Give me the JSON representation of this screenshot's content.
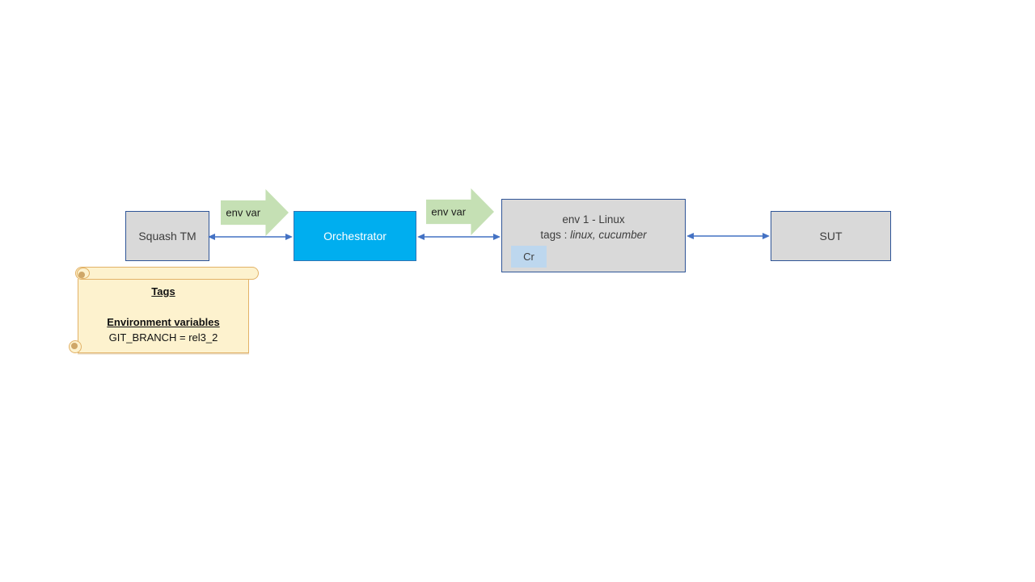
{
  "diagram": {
    "nodes": {
      "squash_tm": {
        "label": "Squash TM"
      },
      "orchestrator": {
        "label": "Orchestrator"
      },
      "env_1": {
        "title": "env 1 - Linux",
        "tags_prefix": "tags : ",
        "tags_value": "linux, cucumber",
        "cr_label": "Cr"
      },
      "sut": {
        "label": "SUT"
      }
    },
    "flows": {
      "env_var_1": {
        "label": "env var"
      },
      "env_var_2": {
        "label": "env var"
      }
    },
    "note": {
      "title": "Tags",
      "subtitle": "Environment variables",
      "value": "GIT_BRANCH = rel3_2"
    },
    "colors": {
      "box_fill": "#d9d9d9",
      "box_border": "#2f5597",
      "orchestrator_fill": "#00aeef",
      "orchestrator_border": "#2e75b6",
      "green_arrow_fill": "#c5e0b4",
      "connector_blue": "#4472c4",
      "cr_fill": "#bdd7ee",
      "note_fill": "#fdf2ce",
      "note_border": "#e2b267",
      "note_curl": "#cfa768"
    }
  }
}
